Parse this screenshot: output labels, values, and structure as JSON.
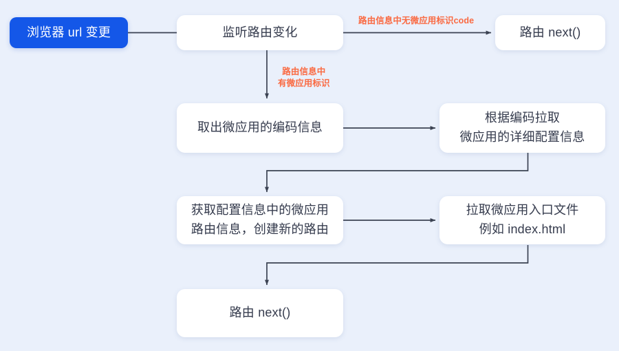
{
  "diagram": {
    "title": "micro-app routing flow",
    "background_color": "#eaf0fb",
    "node_fill": "#ffffff",
    "node_text_color": "#353b4d",
    "accent_color": "#1457e8",
    "label_color": "#fa6a42",
    "edge_color": "#3b4252",
    "nodes": [
      {
        "id": "start",
        "label": "浏览器 url 变更"
      },
      {
        "id": "listen",
        "label": "监听路由变化"
      },
      {
        "id": "next_top",
        "label": "路由 next()"
      },
      {
        "id": "extract",
        "label": "取出微应用的编码信息"
      },
      {
        "id": "fetch_cfg",
        "label": "根据编码拉取\n微应用的详细配置信息"
      },
      {
        "id": "new_route",
        "label": "获取配置信息中的微应用\n路由信息，创建新的路由"
      },
      {
        "id": "entry",
        "label": "拉取微应用入口文件\n例如 index.html"
      },
      {
        "id": "next_bot",
        "label": "路由 next()"
      }
    ],
    "edge_labels": [
      {
        "id": "no-code",
        "text": "路由信息中无微应用标识code"
      },
      {
        "id": "has-code",
        "text": "路由信息中\n有微应用标识"
      }
    ]
  }
}
